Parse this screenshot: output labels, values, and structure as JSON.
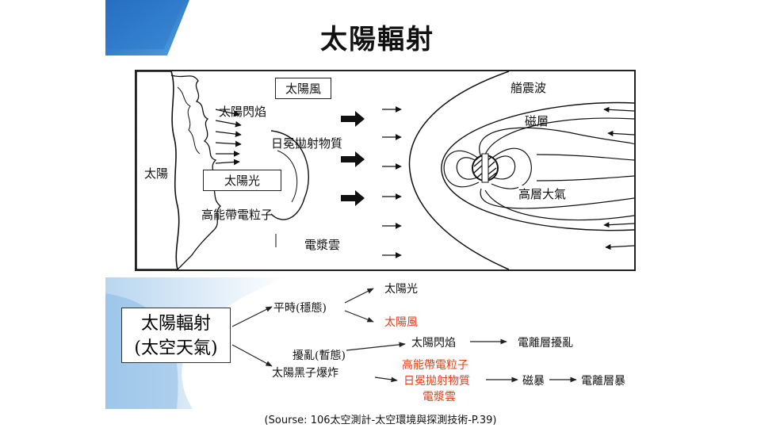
{
  "slide": {
    "title": "太陽輻射"
  },
  "diagram": {
    "sun": "太陽",
    "solar_wind_box": "太陽風",
    "solar_flare": "太陽閃焰",
    "cme": "日冕拋射物質",
    "sunlight_box": "太陽光",
    "high_energy_particles": "高能帶電粒子",
    "plasma_cloud": "電漿雲",
    "bow_shock": "艏震波",
    "magnetosphere": "磁層",
    "upper_atmosphere": "高層大氣"
  },
  "flow": {
    "main_line1": "太陽輻射",
    "main_line2": "(太空天氣)",
    "normal": "平時(穩態)",
    "sunlight": "太陽光",
    "solar_wind": "太陽風",
    "disturbed": "擾亂(暫態)",
    "sunspot_burst": "太陽黑子爆炸",
    "solar_flare": "太陽閃焰",
    "ionosphere_disturbance": "電離層擾亂",
    "particles": "高能帶電粒子",
    "cme": "日冕拋射物質",
    "plasma": "電漿雲",
    "magnetic_storm": "磁暴",
    "ionospheric_storm": "電離層暴",
    "accent_red": "#e0401a"
  },
  "source": "(Sourse: 106太空測計-太空環境與探測技術-P.39)"
}
